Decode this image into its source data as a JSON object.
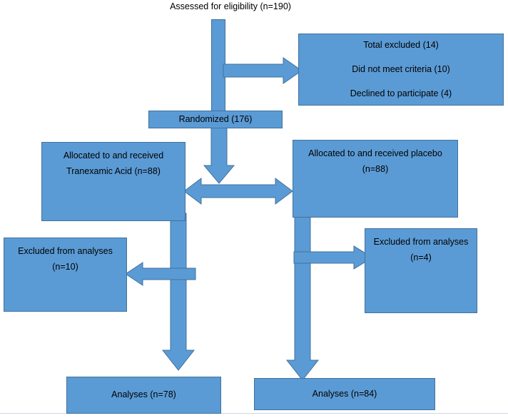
{
  "diagram": {
    "type": "consort-flow-diagram",
    "colors": {
      "node_fill": "#5b9bd5",
      "node_border": "#41719c",
      "text": "#000000",
      "background": "#ffffff"
    },
    "title_label": "Assessed for eligibility (n=190)",
    "nodes": {
      "excluded_total": {
        "lines": [
          "Total excluded (14)",
          "Did not meet criteria (10)",
          "Declined to participate (4)"
        ]
      },
      "randomized": {
        "lines": [
          "Randomized (176)"
        ]
      },
      "allocated_treatment": {
        "lines": [
          "Allocated to and received",
          "Tranexamic Acid (n=88)"
        ]
      },
      "allocated_placebo": {
        "lines": [
          "Allocated to and received placebo",
          "(n=88)"
        ]
      },
      "excluded_left": {
        "lines": [
          "Excluded from analyses",
          "(n=10)"
        ]
      },
      "excluded_right": {
        "lines": [
          "Excluded from analyses",
          "(n=4)"
        ]
      },
      "analyses_left": {
        "lines": [
          "Analyses (n=78)"
        ]
      },
      "analyses_right": {
        "lines": [
          "Analyses (n=84)"
        ]
      }
    },
    "connectors": {
      "enrollment_trunk": "vertical-trunk",
      "to_excluded_total": "arrow-right",
      "randomized_down": "arrow-down",
      "allocation_split": "arrow-double-horizontal",
      "left_trunk": "arrow-down",
      "left_to_excluded": "arrow-left",
      "right_trunk": "arrow-down",
      "right_to_excluded": "arrow-right"
    }
  }
}
